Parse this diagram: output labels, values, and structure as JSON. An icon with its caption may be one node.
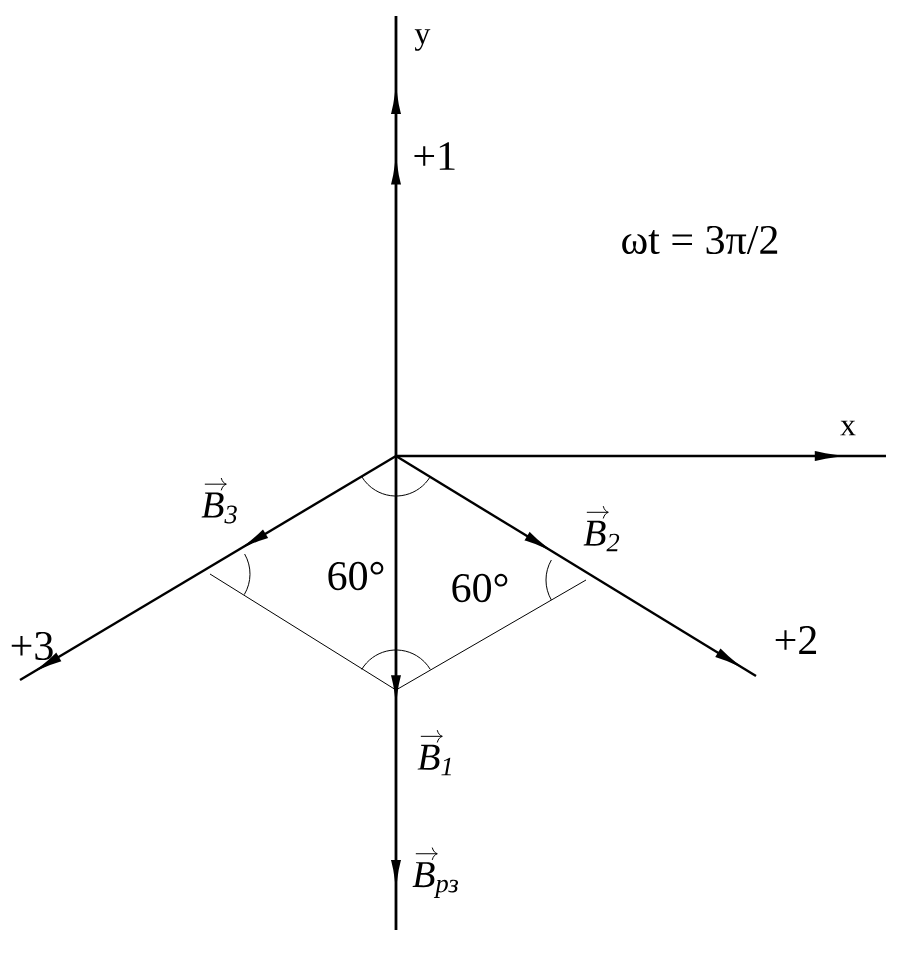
{
  "diagram": {
    "labels": [
      "y",
      "+1",
      "ωt = 3π/2",
      "x",
      "B$_{3}$",
      "B$_{2}$",
      "60°",
      "60°",
      "+3",
      "+2",
      "B$_{1}$",
      "B$_{рз}$"
    ]
  }
}
